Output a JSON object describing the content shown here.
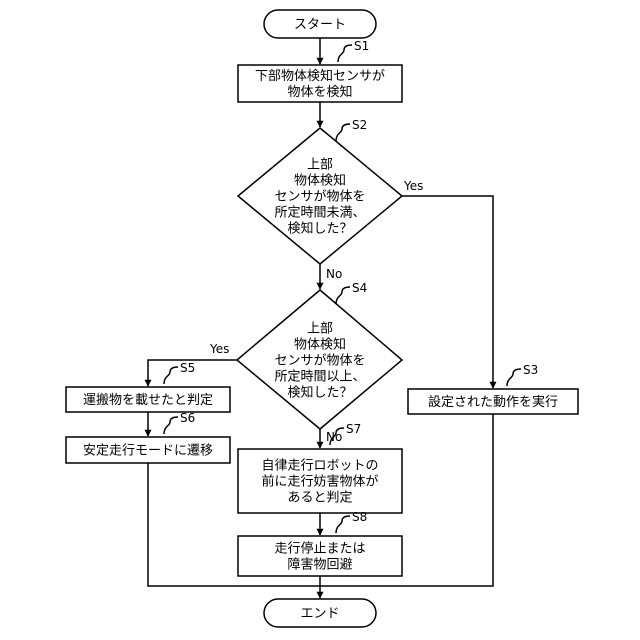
{
  "nodes": {
    "start": {
      "lines": [
        "スタート"
      ]
    },
    "s1": {
      "lines": [
        "下部物体検知センサが",
        "物体を検知"
      ]
    },
    "s2": {
      "lines": [
        "上部",
        "物体検知",
        "センサが物体を",
        "所定時間未満、",
        "検知した？"
      ]
    },
    "s3": {
      "lines": [
        "設定された動作を実行"
      ]
    },
    "s4": {
      "lines": [
        "上部",
        "物体検知",
        "センサが物体を",
        "所定時間以上、",
        "検知した？"
      ]
    },
    "s5": {
      "lines": [
        "運搬物を載せたと判定"
      ]
    },
    "s6": {
      "lines": [
        "安定走行モードに遷移"
      ]
    },
    "s7": {
      "lines": [
        "自律走行ロボットの",
        "前に走行妨害物体が",
        "あると判定"
      ]
    },
    "s8": {
      "lines": [
        "走行停止または",
        "障害物回避"
      ]
    },
    "end": {
      "lines": [
        "エンド"
      ]
    }
  },
  "step_labels": {
    "s1": "S1",
    "s2": "S2",
    "s3": "S3",
    "s4": "S4",
    "s5": "S5",
    "s6": "S6",
    "s7": "S7",
    "s8": "S8"
  },
  "branch_labels": {
    "s2_yes": "Yes",
    "s2_no": "No",
    "s4_yes": "Yes",
    "s4_no": "No"
  }
}
